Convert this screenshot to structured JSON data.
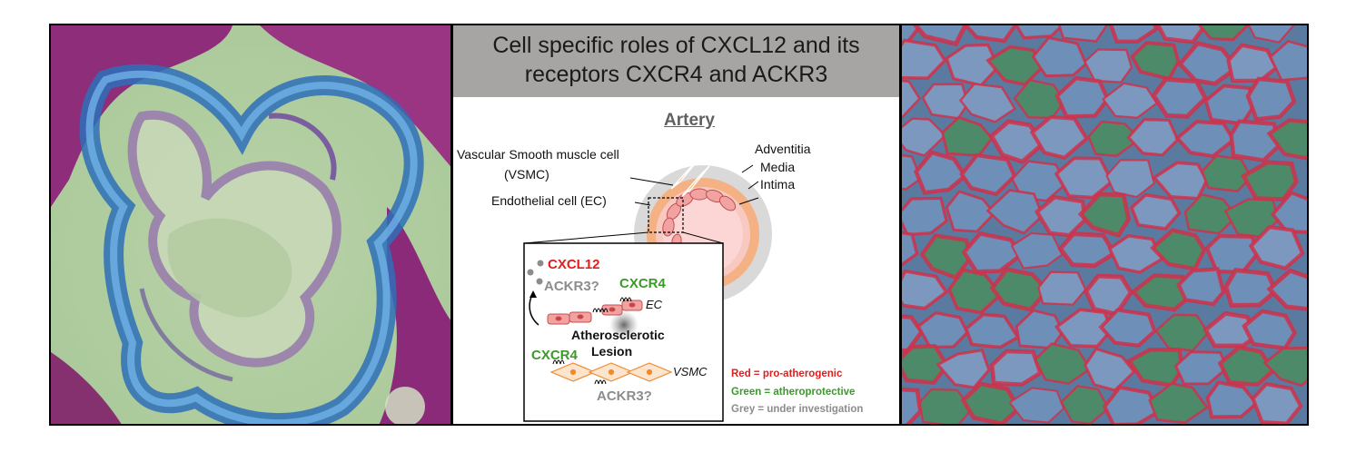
{
  "left_panel": {
    "description_icon": "histology-stained-artery-section"
  },
  "diagram": {
    "title_line1": "Cell specific roles of CXCL12 and its",
    "title_line2": "receptors CXCR4 and ACKR3",
    "artery_label": "Artery",
    "vsmc_label_line1": "Vascular Smooth muscle cell",
    "vsmc_label_line2": "(VSMC)",
    "ec_label": "Endothelial cell (EC)",
    "adventitia_label": "Adventitia",
    "media_label": "Media",
    "intima_label": "Intima",
    "cxcl12_label": "CXCL12",
    "ackr3_top_label": "ACKR3?",
    "cxcr4_top_label": "CXCR4",
    "ec_inset_label": "EC",
    "lesion_label_line1": "Atherosclerotic",
    "lesion_label_line2": "Lesion",
    "cxcr4_bottom_label": "CXCR4",
    "vsmc_inset_label": "VSMC",
    "ackr3_bottom_label": "ACKR3?",
    "legend_red": "Red = pro-atherogenic",
    "legend_green": "Green = atheroprotective",
    "legend_grey": "Grey = under investigation",
    "colors": {
      "red": "#e31c1c",
      "green": "#3a9a2a",
      "grey": "#8c8c8c",
      "media": "#f4b183",
      "adventitia": "#d9d9d9",
      "lumen": "#fcd5d5",
      "title_band": "#a7a5a3"
    }
  },
  "right_panel": {
    "description_icon": "fluorescence-microscopy-cell-network"
  }
}
